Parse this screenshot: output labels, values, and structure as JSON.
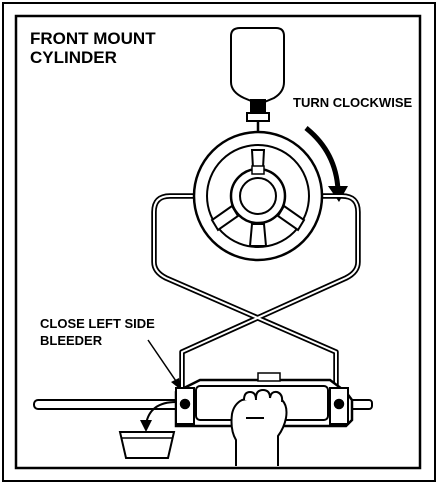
{
  "title": {
    "line1": "FRONT MOUNT",
    "line2": "CYLINDER"
  },
  "labels": {
    "turn": "TURN CLOCKWISE",
    "close_line1": "CLOSE LEFT SIDE",
    "close_line2": "BLEEDER"
  },
  "icons": [
    "oil-bottle-icon",
    "steering-wheel-icon",
    "rotation-arrow-icon",
    "hydraulic-cylinder-icon",
    "hand-icon",
    "bucket-icon",
    "drip-arrow-icon"
  ],
  "colors": {
    "ink": "#000000",
    "paper": "#ffffff"
  }
}
